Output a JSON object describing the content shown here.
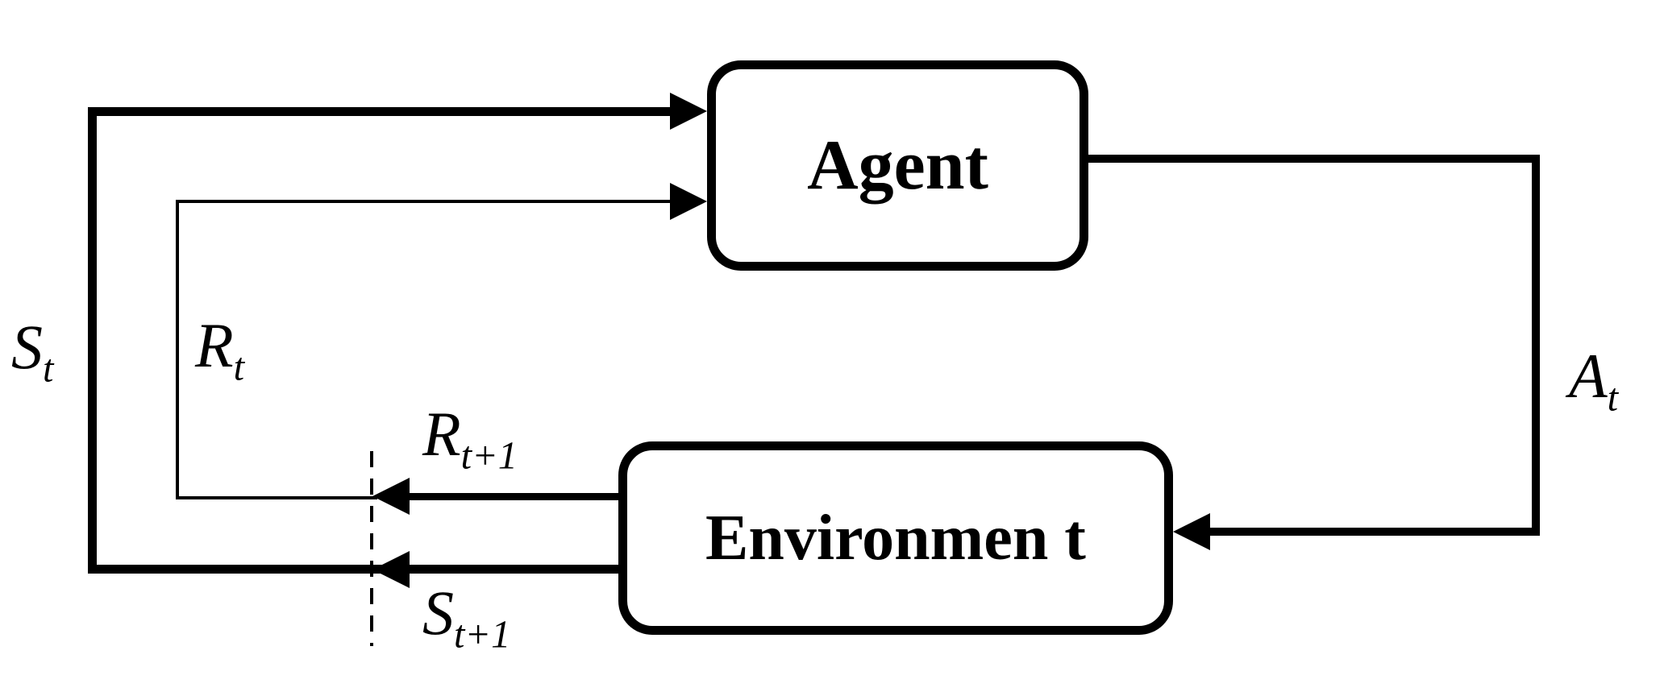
{
  "colors": {
    "line": "#000000",
    "background": "#ffffff",
    "box_fill": "#ffffff"
  },
  "nodes": {
    "agent": {
      "label": "Agent"
    },
    "environment": {
      "label": "Environmen t"
    }
  },
  "labels": {
    "state": {
      "base": "S",
      "sub": "t"
    },
    "reward": {
      "base": "R",
      "sub": "t"
    },
    "reward_next": {
      "base": "R",
      "sub": "t+1"
    },
    "state_next": {
      "base": "S",
      "sub": "t+1"
    },
    "action": {
      "base": "A",
      "sub": "t"
    }
  }
}
